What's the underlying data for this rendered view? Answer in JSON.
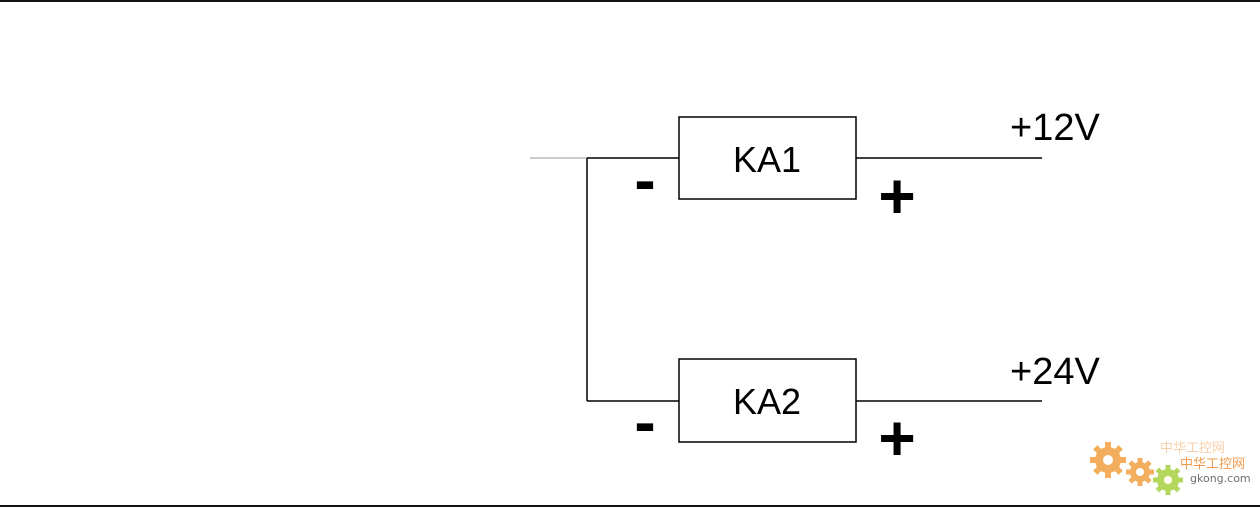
{
  "relays": [
    {
      "label": "KA1",
      "voltage": "+12V",
      "minus": "-",
      "plus": "+"
    },
    {
      "label": "KA2",
      "voltage": "+24V",
      "minus": "-",
      "plus": "+"
    }
  ],
  "watermark": {
    "line1": "中华工控网",
    "line2": "中华工控网",
    "url": "gkong.com",
    "colors": {
      "gear_orange": "#f0a040",
      "gear_green": "#a8d040",
      "text": "#f08a30"
    }
  }
}
